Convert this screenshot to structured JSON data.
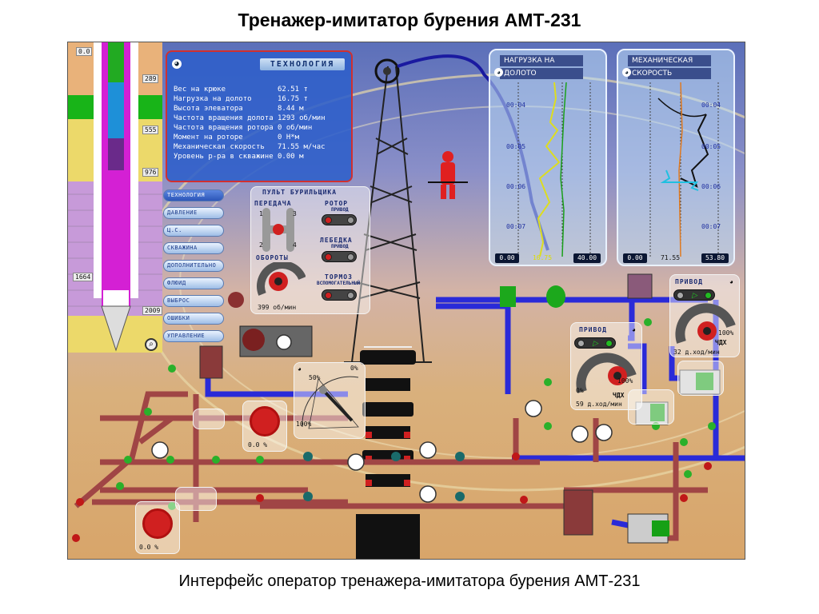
{
  "slide": {
    "title": "Тренажер-имитатор бурения АМТ-231",
    "caption": "Интерфейс оператор тренажера-имитатора бурения АМТ-231"
  },
  "well": {
    "depth_marks": [
      "0.0",
      "289",
      "555",
      "976",
      "1664",
      "2009"
    ]
  },
  "technology": {
    "title": "ТЕХНОЛОГИЯ",
    "rows": [
      {
        "label": "Вес на крюке",
        "value": "62.51 т"
      },
      {
        "label": "Нагрузка на долото",
        "value": "16.75 т"
      },
      {
        "label": "Высота элеватора",
        "value": "8.44 м"
      },
      {
        "label": "Частота вращения долота",
        "value": "1293 об/мин"
      },
      {
        "label": "Частота вращения ротора",
        "value": "0 об/мин"
      },
      {
        "label": "Момент на роторе",
        "value": "0 Н*м"
      },
      {
        "label": "Механическая скорость",
        "value": "71.55 м/час"
      },
      {
        "label": "Уровень р-ра в скважине",
        "value": "0.00 м"
      }
    ]
  },
  "menu": [
    "ТЕХНОЛОГИЯ",
    "ДАВЛЕНИЕ",
    "Ц.С.",
    "СКВАЖИНА",
    "ДОПОЛНИТЕЛЬНО",
    "ФЛЮИД",
    "ВЫБРОС",
    "ОШИБКИ",
    "УПРАВЛЕНИЕ"
  ],
  "driller": {
    "title": "ПУЛЬТ БУРИЛЬЩИКА",
    "gear": "ПЕРЕДАЧА",
    "rotor": "РОТОР",
    "rotor_sub": "ПРИВОД",
    "winch": "ЛЕБЕДКА",
    "winch_sub": "ПРИВОД",
    "brake": "ТОРМОЗ",
    "brake_sub": "ВСПОМОГАТЕЛЬНЫЙ",
    "rpm_label": "ОБОРОТЫ",
    "rpm_value": "399 об/мин",
    "gears": [
      "1",
      "2",
      "3",
      "4"
    ]
  },
  "trend_load": {
    "title1": "НАГРУЗКА НА",
    "title2": "ДОЛОТО",
    "times": [
      "00:04",
      "00:05",
      "00:06",
      "00:07"
    ],
    "min": "0.00",
    "current": "16.75",
    "max": "40.00"
  },
  "trend_speed": {
    "title1": "МЕХАНИЧЕСКАЯ",
    "title2": "СКОРОСТЬ",
    "times": [
      "00:04",
      "00:05",
      "00:06",
      "00:07"
    ],
    "min": "0.00",
    "current": "71.55",
    "max": "53.80"
  },
  "drive_main": {
    "title": "ПРИВОД",
    "zero": "0%",
    "full": "100%",
    "mode": "ЧДХ",
    "value": "59 д.ход/мин"
  },
  "drive_right": {
    "title": "ПРИВОД",
    "full": "100%",
    "mode": "ЧДХ",
    "value": "32 д.ход/мин"
  },
  "choke_gauge": {
    "p50": "50%",
    "p0": "0%",
    "p100": "100%"
  },
  "valve_top": {
    "value": "0.0 %"
  },
  "valve_bottom": {
    "value": "0.0 %"
  },
  "colors": {
    "pipe_blue": "#2a2ad8",
    "pipe_red": "#a04545",
    "frame_red": "#d03030"
  }
}
